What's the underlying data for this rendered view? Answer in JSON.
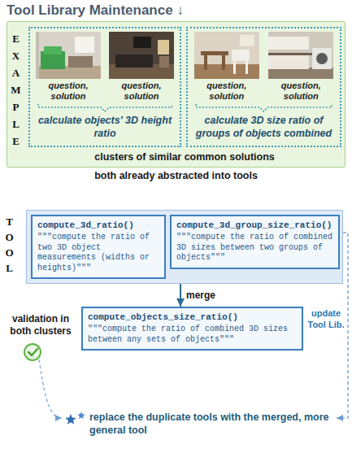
{
  "diagram": {
    "title": "Tool Library Maintenance ↓",
    "nodes": [
      {
        "text": [
          "EXAMPLE",
          "clusters of similar common solutions"
        ]
      },
      {
        "text": [
          "question, solution",
          "question, solution",
          "calculate objects' 3D height ratio"
        ],
        "in": 0
      },
      {
        "text": [
          "question, solution",
          "question, solution",
          "calculate 3D size ratio of groups of objects combined"
        ],
        "in": 0
      },
      {
        "text": [
          "TOOL"
        ]
      },
      {
        "text": [
          "compute_3d_ratio()",
          "\"\"\"compute the ratio of two 3D object measurements (widths or heights)\"\"\""
        ],
        "in": 3
      },
      {
        "text": [
          "compute_3d_group_size_ratio()",
          "\"\"\"compute the ratio of combined 3D sizes between two groups of objects\"\"\""
        ],
        "in": 3
      },
      {
        "text": [
          "compute_objects_size_ratio()",
          "\"\"\"compute the ratio of combined 3D sizes between any sets of objects\"\"\""
        ]
      }
    ],
    "edges": [
      {
        "from": 3,
        "to": 6,
        "arrow": "to",
        "label": "merge"
      }
    ],
    "labels": [
      "both already abstracted into tools",
      "validation in both clusters",
      "update Tool Lib.",
      "replace the duplicate tools with the merged, more general tool"
    ]
  }
}
